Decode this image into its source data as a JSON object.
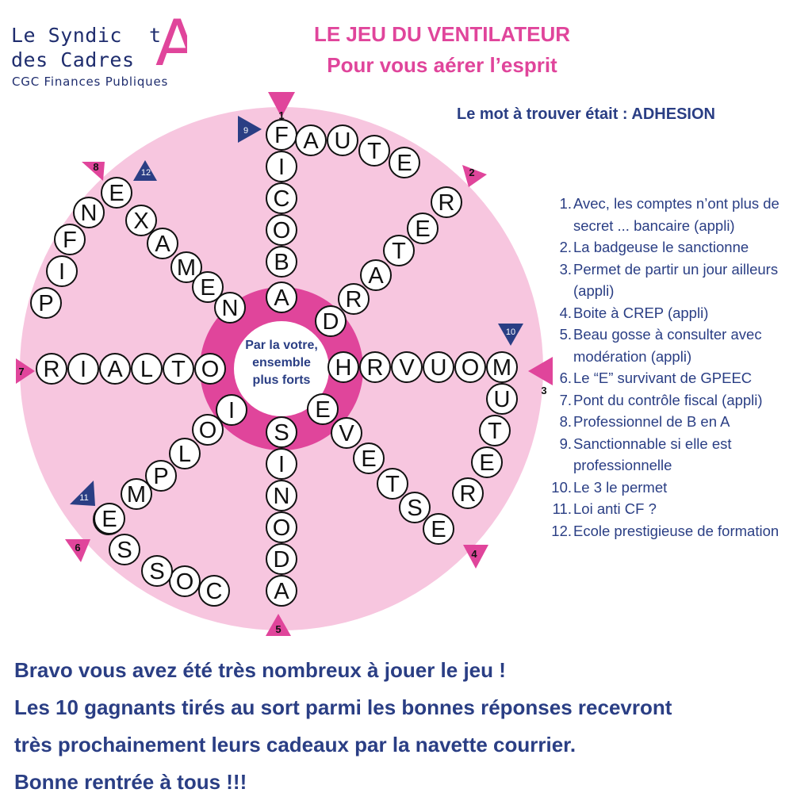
{
  "logo": {
    "line1": "Le Syndic",
    "line2": "des Cadres",
    "big_letter": "A",
    "line1_end": "t",
    "line3": "CGC Finances Publiques"
  },
  "title": {
    "main": "LE JEU DU VENTILATEUR",
    "subtitle": "Pour vous aérer l’esprit"
  },
  "answer_text": "Le mot à trouver était : ADHESION",
  "center_text": [
    "Par la votre,",
    "ensemble",
    "plus forts"
  ],
  "clues": [
    {
      "num": "1.",
      "text": "Avec, les comptes n’ont plus de secret ... bancaire (appli)"
    },
    {
      "num": "2.",
      "text": "La badgeuse le sanctionne"
    },
    {
      "num": "3.",
      "text": "Permet de partir un jour ailleurs (appli)"
    },
    {
      "num": "4.",
      "text": "Boite à CREP (appli)"
    },
    {
      "num": "5.",
      "text": "Beau gosse à consulter avec modération (appli)"
    },
    {
      "num": "6.",
      "text": "Le “E” survivant de GPEEC"
    },
    {
      "num": "7.",
      "text": "Pont du contrôle fiscal (appli)"
    },
    {
      "num": "8.",
      "text": "Professionnel de B en A"
    },
    {
      "num": "9.",
      "text": "Sanctionnable si elle est professionnelle"
    },
    {
      "num": "10.",
      "text": "Le 3 le permet"
    },
    {
      "num": "11.",
      "text": "Loi anti CF ?"
    },
    {
      "num": "12.",
      "text": "Ecole prestigieuse de formation"
    }
  ],
  "bottom_lines": [
    "Bravo vous avez été très nombreux à jouer le jeu !",
    "Les 10 gagnants tirés au sort parmi les bonnes réponses recevront",
    "très prochainement leurs cadeaux par la navette courrier.",
    "Bonne rentrée à tous !!!"
  ],
  "markers": [
    {
      "num": "1",
      "color": "#e0459b"
    },
    {
      "num": "2",
      "color": "#e0459b"
    },
    {
      "num": "3",
      "color": "#e0459b"
    },
    {
      "num": "4",
      "color": "#e0459b"
    },
    {
      "num": "5",
      "color": "#e0459b"
    },
    {
      "num": "6",
      "color": "#e0459b"
    },
    {
      "num": "7",
      "color": "#e0459b"
    },
    {
      "num": "8",
      "color": "#e0459b"
    },
    {
      "num": "9",
      "color": "#2a3e84"
    },
    {
      "num": "10",
      "color": "#2a3e84"
    },
    {
      "num": "11",
      "color": "#2a3e84"
    },
    {
      "num": "12",
      "color": "#2a3e84"
    }
  ],
  "words": [
    {
      "name": "word-1-ficoba",
      "letters": [
        "F",
        "I",
        "C",
        "O",
        "B",
        "A"
      ]
    },
    {
      "name": "word-9-faute",
      "letters": [
        "A",
        "U",
        "T",
        "E"
      ]
    },
    {
      "name": "word-2-retard",
      "letters": [
        "R",
        "E",
        "T",
        "A",
        "R",
        "D"
      ]
    },
    {
      "name": "word-3-mouvrh",
      "letters": [
        "M",
        "O",
        "U",
        "V",
        "R",
        "H"
      ]
    },
    {
      "name": "word-10-mutter",
      "letters": [
        "U",
        "T",
        "E",
        "R"
      ]
    },
    {
      "name": "word-4-estéva",
      "letters": [
        "E",
        "V",
        "E",
        "T",
        "S",
        "E"
      ]
    },
    {
      "name": "word-5-adonis",
      "letters": [
        "A",
        "D",
        "O",
        "N",
        "I",
        "S"
      ]
    },
    {
      "name": "word-6-csoesse",
      "letters": [
        "C",
        "O",
        "S",
        "S",
        "E"
      ]
    },
    {
      "name": "word-11-emploi",
      "letters": [
        "E",
        "M",
        "P",
        "L",
        "O",
        "I"
      ]
    },
    {
      "name": "word-7-rialto",
      "letters": [
        "R",
        "I",
        "A",
        "L",
        "T",
        "O"
      ]
    },
    {
      "name": "word-8-pifnex",
      "letters": [
        "P",
        "I",
        "F",
        "N",
        "E"
      ]
    },
    {
      "name": "word-12-examen",
      "letters": [
        "X",
        "A",
        "M",
        "E",
        "N"
      ]
    }
  ],
  "colors": {
    "pink": "#e0459b",
    "light_pink": "#f7c6df",
    "navy": "#2a3e84"
  }
}
